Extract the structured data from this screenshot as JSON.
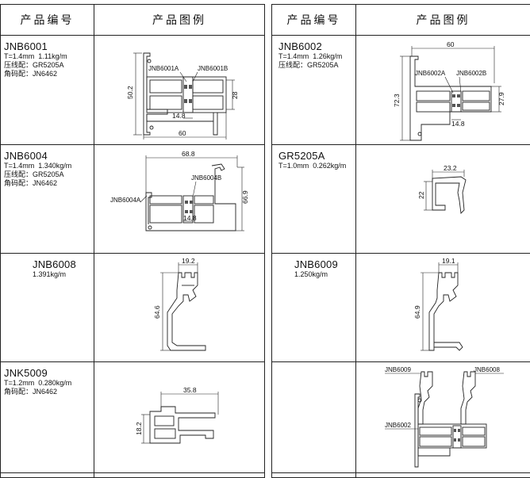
{
  "headers": {
    "code": "产品编号",
    "figure": "产品图例"
  },
  "rows": [
    {
      "left": {
        "code": "JNB6001",
        "lines": [
          "T=1.4mm  1.11kg/m",
          "压线配：GR5205A",
          "角码配：JN6462"
        ],
        "labels": [
          "JNB6001A",
          "JNB6001B"
        ],
        "dims": [
          "50.2",
          "28",
          "14.8",
          "60"
        ]
      },
      "right": {
        "code": "JNB6002",
        "lines": [
          "T=1.4mm  1.26kg/m",
          "压线配：GR5205A"
        ],
        "labels": [
          "JNB6002A",
          "JNB6002B"
        ],
        "dims": [
          "60",
          "72.3",
          "27.9",
          "14.8"
        ]
      }
    },
    {
      "left": {
        "code": "JNB6004",
        "lines": [
          "T=1.4mm  1.340kg/m",
          "压线配：GR5205A",
          "角码配：JN6462"
        ],
        "labels": [
          "JNB6004A",
          "JNB6004B"
        ],
        "dims": [
          "68.8",
          "66.9",
          "14.8"
        ]
      },
      "right": {
        "code": "GR5205A",
        "lines": [
          "T=1.0mm  0.262kg/m"
        ],
        "labels": [],
        "dims": [
          "23.2",
          "22"
        ]
      }
    },
    {
      "left": {
        "code": "JNB6008",
        "lines": [
          "1.391kg/m"
        ],
        "labels": [],
        "dims": [
          "19.2",
          "64.6"
        ]
      },
      "right": {
        "code": "JNB6009",
        "lines": [
          "1.250kg/m"
        ],
        "labels": [],
        "dims": [
          "19.1",
          "64.9"
        ]
      }
    },
    {
      "left": {
        "code": "JNK5009",
        "lines": [
          "T=1.2mm  0.280kg/m",
          "角码配：JN6462"
        ],
        "labels": [],
        "dims": [
          "35.8",
          "18.2"
        ]
      },
      "right": {
        "code": "",
        "lines": [],
        "labels": [
          "JNB6009",
          "JNB6008",
          "JNB6002"
        ],
        "dims": []
      }
    }
  ]
}
